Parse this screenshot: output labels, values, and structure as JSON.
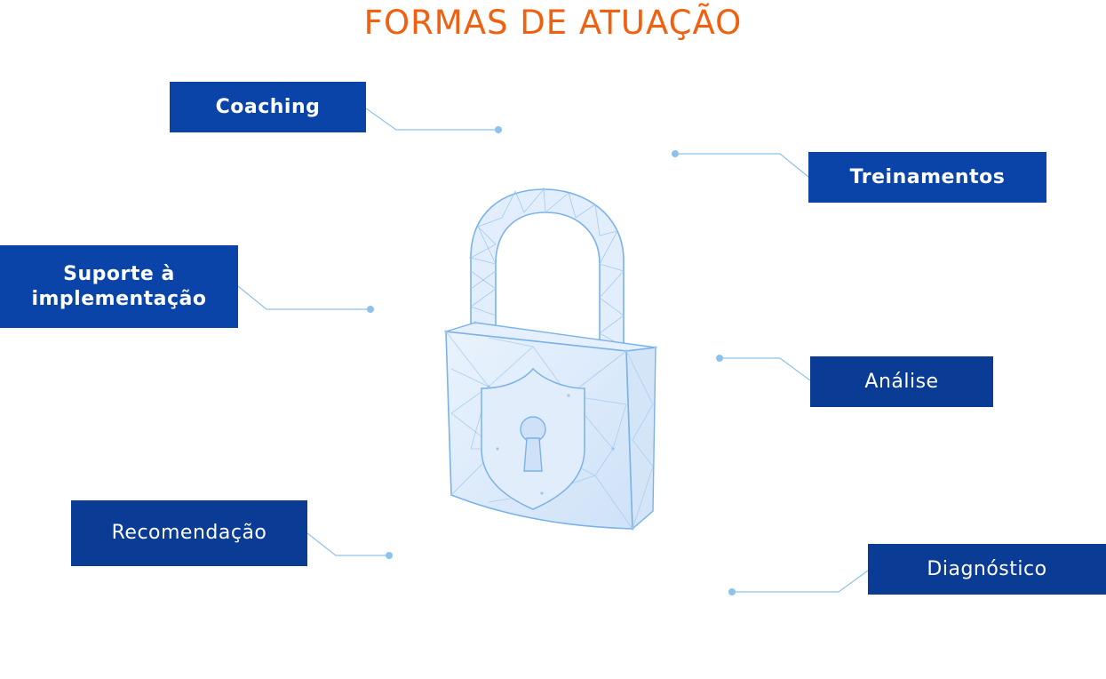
{
  "title": "FORMAS DE ATUAÇÃO",
  "colors": {
    "title": "#f0600f",
    "box": "#0a44a8",
    "connector": "#8ec2ee",
    "lock_stroke": "#7ab2ea",
    "lock_fill": "#dceafb"
  },
  "items": {
    "coaching": "Coaching",
    "treinamentos": "Treinamentos",
    "suporte_line1": "Suporte à",
    "suporte_line2": "implementação",
    "analise": "Análise",
    "recomendacao": "Recomendação",
    "diagnostico": "Diagnóstico"
  },
  "center_graphic": "lock-icon"
}
